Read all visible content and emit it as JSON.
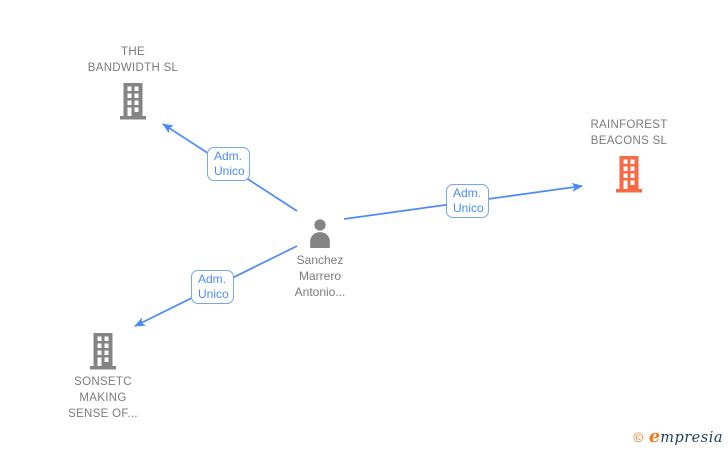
{
  "colors": {
    "edge-blue": "#4a8bf5",
    "box-border": "#74a7eb",
    "node-gray": "#848484",
    "highlight-orange": "#f96a44",
    "text-gray": "#7b7b7b",
    "logo-orange": "#ee7d21",
    "logo-navy": "#1c3f5e"
  },
  "diagram": {
    "person": {
      "name_lines": [
        "Sanchez",
        "Marrero",
        "Antonio..."
      ]
    },
    "companies": [
      {
        "name_lines": [
          "THE",
          "BANDWIDTH SL"
        ]
      },
      {
        "name_lines": [
          "RAINFOREST",
          "BEACONS  SL"
        ]
      },
      {
        "name_lines": [
          "SONSETC",
          "MAKING",
          "SENSE OF..."
        ]
      }
    ],
    "edges": [
      {
        "label": "Adm. Unico"
      },
      {
        "label": "Adm. Unico"
      },
      {
        "label": "Adm. Unico"
      }
    ]
  },
  "watermark": {
    "copyright": "©",
    "brand_initial": "e",
    "brand_rest": "mpresia"
  }
}
